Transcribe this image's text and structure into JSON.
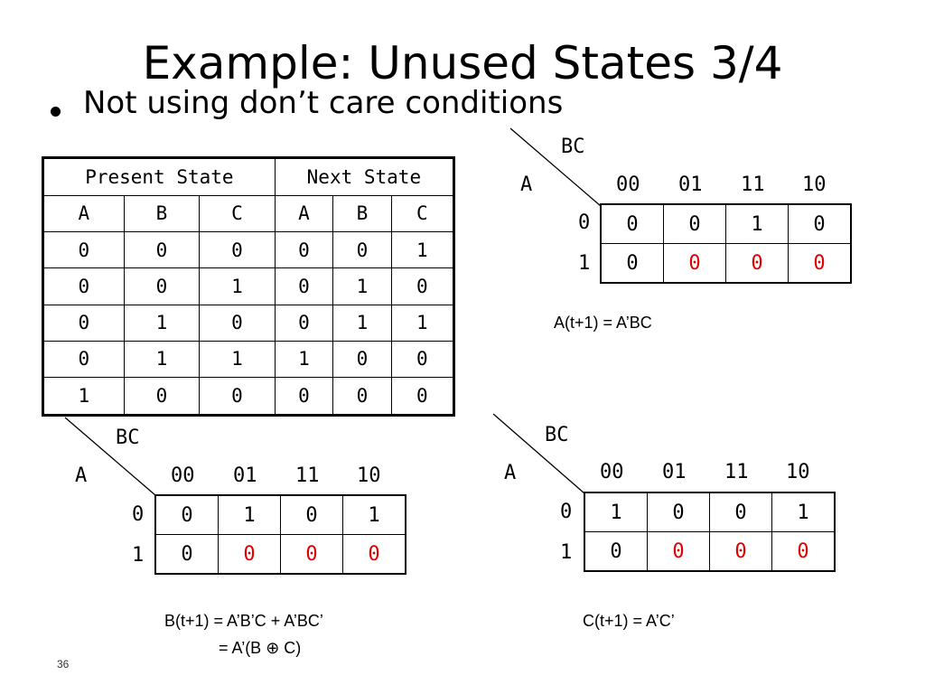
{
  "title": "Example: Unused States 3/4",
  "bullet": "Not using don’t care conditions",
  "state_table": {
    "header_present": "Present State",
    "header_next": "Next State",
    "columns": [
      "A",
      "B",
      "C",
      "A",
      "B",
      "C"
    ],
    "rows": [
      [
        "0",
        "0",
        "0",
        "0",
        "0",
        "1"
      ],
      [
        "0",
        "0",
        "1",
        "0",
        "1",
        "0"
      ],
      [
        "0",
        "1",
        "0",
        "0",
        "1",
        "1"
      ],
      [
        "0",
        "1",
        "1",
        "1",
        "0",
        "0"
      ],
      [
        "1",
        "0",
        "0",
        "0",
        "0",
        "0"
      ]
    ]
  },
  "kmap_a": {
    "col_var": "BC",
    "row_var": "A",
    "cols": [
      "00",
      "01",
      "11",
      "10"
    ],
    "rows": [
      {
        "label": "0",
        "cells": [
          "0",
          "0",
          "1",
          "0"
        ]
      },
      {
        "label": "1",
        "cells": [
          "0",
          "0",
          "0",
          "0"
        ]
      }
    ],
    "equation": "A(t+1) = A’BC"
  },
  "kmap_b": {
    "col_var": "BC",
    "row_var": "A",
    "cols": [
      "00",
      "01",
      "11",
      "10"
    ],
    "rows": [
      {
        "label": "0",
        "cells": [
          "0",
          "1",
          "0",
          "1"
        ]
      },
      {
        "label": "1",
        "cells": [
          "0",
          "0",
          "0",
          "0"
        ]
      }
    ],
    "equation_line1": "B(t+1) = A’B’C + A’BC’",
    "equation_line2": "= A’(B ⊕ C)"
  },
  "kmap_c": {
    "col_var": "BC",
    "row_var": "A",
    "cols": [
      "00",
      "01",
      "11",
      "10"
    ],
    "rows": [
      {
        "label": "0",
        "cells": [
          "1",
          "0",
          "0",
          "1"
        ]
      },
      {
        "label": "1",
        "cells": [
          "0",
          "0",
          "0",
          "0"
        ]
      }
    ],
    "equation": "C(t+1) = A’C’"
  },
  "highlight_color": "#e00000",
  "page_number": "36"
}
